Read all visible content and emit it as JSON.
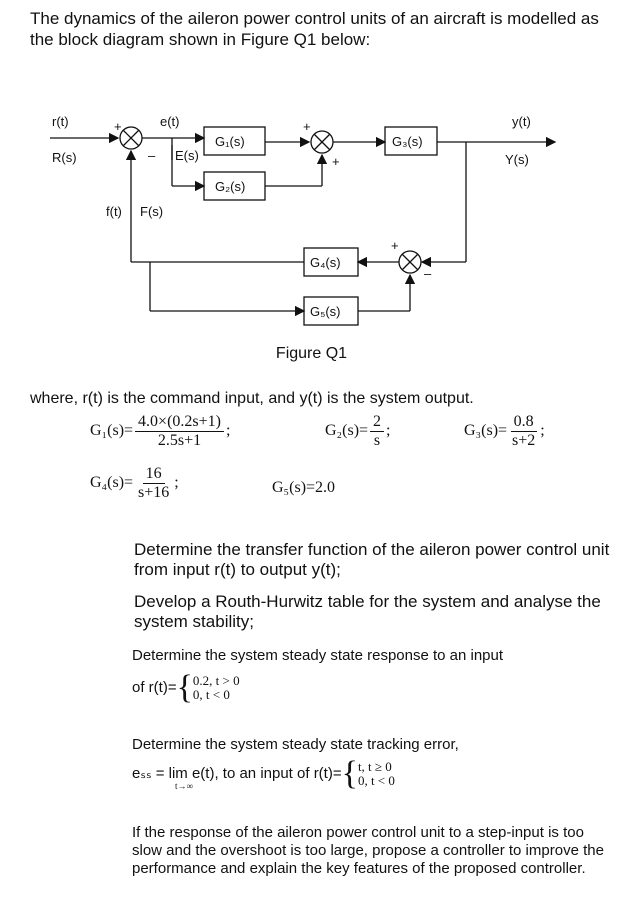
{
  "intro": "The dynamics of the aileron power control units of an aircraft is modelled as the block diagram shown in Figure Q1 below:",
  "diagram": {
    "input_time": "r(t)",
    "input_laplace": "R(s)",
    "error_time": "e(t)",
    "error_laplace": "E(s)",
    "feedback_time": "f(t)",
    "feedback_laplace": "F(s)",
    "output_time": "y(t)",
    "output_laplace": "Y(s)",
    "blocks": [
      "G₁(s)",
      "G₂(s)",
      "G₃(s)",
      "G₄(s)",
      "G₅(s)"
    ],
    "sum1_signs": [
      "+",
      "–"
    ],
    "sum2_signs": [
      "+",
      "+"
    ],
    "sum3_signs": [
      "+",
      "–"
    ]
  },
  "caption": "Figure Q1",
  "where": "where, r(t) is the command input, and y(t) is the system output.",
  "transfer_functions": {
    "g1_lhs": "G₁(s)=",
    "g1_num": "4.0×(0.2s+1)",
    "g1_den": "2.5s+1",
    "g2_lhs": "G₂(s)=",
    "g2_num": "2",
    "g2_den": "s",
    "g3_lhs": "G₃(s)=",
    "g3_num": "0.8",
    "g3_den": "s+2",
    "g4_lhs": "G₄(s)=",
    "g4_num": "16",
    "g4_den": "s+16",
    "g5": "G₅(s)=2.0"
  },
  "questions": {
    "q1": "Determine the transfer function of the aileron power control unit from input r(t) to output y(t);",
    "q2": "Develop a Routh-Hurwitz table for the system and analyse the system stability;",
    "q3": "Determine the system steady state response to an input",
    "q3_of": "of r(t)=",
    "q3_case1": "0.2, t > 0",
    "q3_case2": "0, t < 0",
    "q4": "Determine the system steady state tracking error,",
    "q4_ess": "eₛₛ = lim e(t), to an input of r(t)=",
    "q4_lim_sub": "t→∞",
    "q4_case1": "t, t ≥ 0",
    "q4_case2": "0, t < 0",
    "q5": "If the response of the aileron power control unit to a step-input is too slow and the overshoot is too large, propose a controller to improve the performance and explain the key features of the proposed controller."
  }
}
